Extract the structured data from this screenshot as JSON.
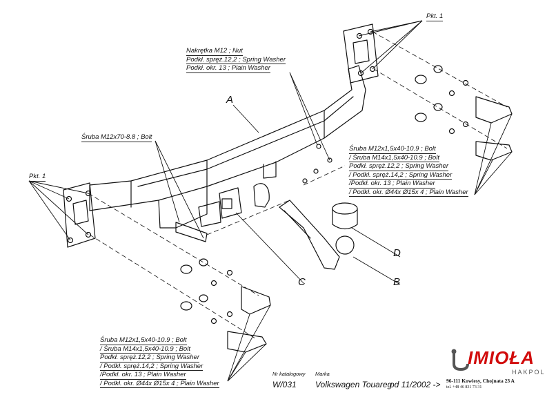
{
  "labels": {
    "pkt_top": "Pkt. 1",
    "pkt_left": "Pkt. 1",
    "nut_lines": [
      "Nakrętka  M12 ; Nut",
      "Podkł. spręż.12,2 ; Spring Washer",
      "Podkł. okr. 13 ; Plain Washer"
    ],
    "bolt_small": "Śruba M12x70-8.8 ;  Bolt",
    "right_kit_lines": [
      "Śruba M12x1,5x40-10.9 ;  Bolt",
      "/ Śruba M14x1,5x40-10.9 ;  Bolt",
      "Podkł. spręż.12,2 ; Spring Washer",
      "/ Podkł. spręż.14,2 ; Spring Washer",
      "/Podkł. okr. 13 ; Plain Washer",
      "/ Podkł. okr.  Ø44x Ø15x 4 ; Plain Washer"
    ],
    "left_kit_lines": [
      "Śruba M12x1,5x40-10.9 ;  Bolt",
      "/ Śruba M14x1,5x40-10.9 ;  Bolt",
      "Podkł. spręż.12,2 ; Spring Washer",
      "/ Podkł. spręż.14,2 ; Spring Washer",
      "/Podkł. okr. 13 ; Plain Washer",
      "/ Podkł. okr.  Ø44x Ø15x 4 ; Plain Washer"
    ],
    "part_a": "A",
    "part_b": "B",
    "part_c": "C",
    "part_d": "D"
  },
  "footer": {
    "catalog_caption": "Nr katalogowy",
    "catalog_number": "W/031",
    "brand_caption": "Marka",
    "make_model": "Volkswagen  Touareg",
    "since": "od 11/2002 ->"
  },
  "logo": {
    "name": "IMIOŁA",
    "sub": "HAKPOL",
    "address": "96-111 Kowiesy, Chojnata 23 A",
    "phone": "tel. +48 46 831 73 31",
    "accent": "#d10b0b"
  }
}
